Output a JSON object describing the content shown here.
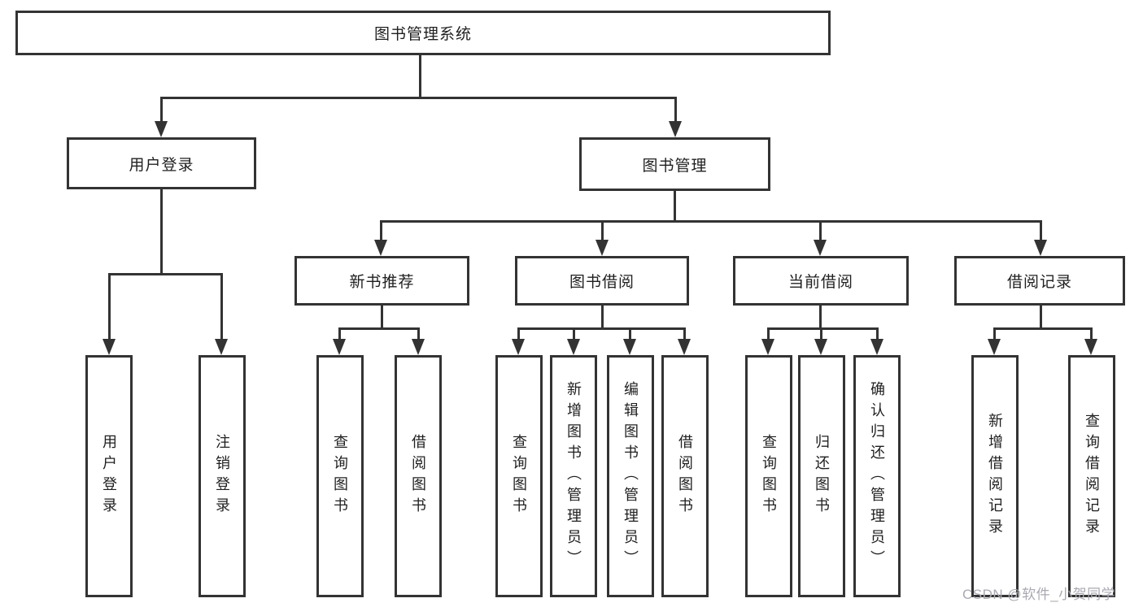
{
  "nodes": {
    "root": "图书管理系统",
    "level2": [
      "用户登录",
      "图书管理"
    ],
    "level3": [
      "新书推荐",
      "图书借阅",
      "当前借阅",
      "借阅记录"
    ],
    "leaves": {
      "user_login": [
        "用户登录",
        "注销登录"
      ],
      "recommend": [
        "查询图书",
        "借阅图书"
      ],
      "borrow": [
        "查询图书",
        "新增图书（管理员）",
        "编辑图书（管理员）",
        "借阅图书"
      ],
      "current": [
        "查询图书",
        "归还图书",
        "确认归还（管理员）"
      ],
      "records": [
        "新增借阅记录",
        "查询借阅记录"
      ]
    }
  },
  "watermark": "CSDN @软件_小贺同学",
  "colors": {
    "line": "#333333",
    "text": "#1f1f1f",
    "watermark": "#a9a9b2",
    "background": "#ffffff"
  }
}
